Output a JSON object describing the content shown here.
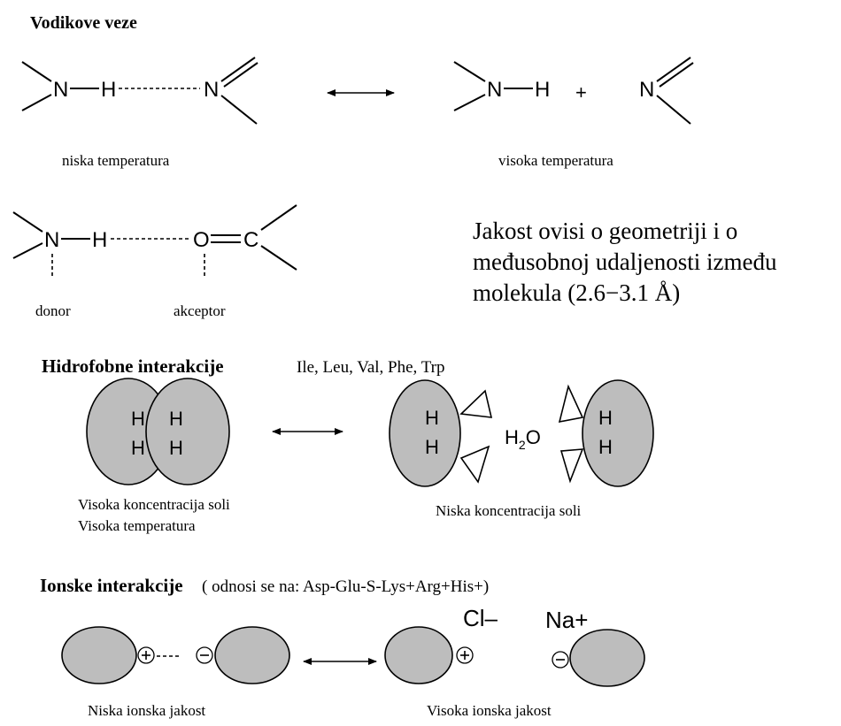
{
  "hydrogen_bonds": {
    "title": "Vodikove veze",
    "N": "N",
    "H": "H",
    "O": "O",
    "C": "C",
    "plus": "+",
    "low_temp": "niska temperatura",
    "high_temp": "visoka temperatura",
    "donor": "donor",
    "acceptor": "akceptor",
    "note_line1": "Jakost ovisi o geometriji i o",
    "note_line2": "međusobnoj udaljenosti između",
    "note_line3": "molekula (2.6−3.1 Å)"
  },
  "hydrophobic": {
    "title": "Hidrofobne interakcije",
    "residues": "Ile, Leu, Val, Phe, Trp",
    "H": "H",
    "water_H": "H",
    "water_sub": "2",
    "water_O": "O",
    "label_left_1": "Visoka koncentracija soli",
    "label_left_2": "Visoka temperatura",
    "label_right": "Niska koncentracija soli"
  },
  "ionic": {
    "title": "Ionske interakcije",
    "note": "( odnosi se na: Asp-Glu-S-Lys+Arg+His+)",
    "cl": "Cl–",
    "na": "Na+",
    "plus_sign": "+",
    "minus_sign": "−",
    "label_left": "Niska ionska jakost",
    "label_right": "Visoka ionska jakost"
  }
}
